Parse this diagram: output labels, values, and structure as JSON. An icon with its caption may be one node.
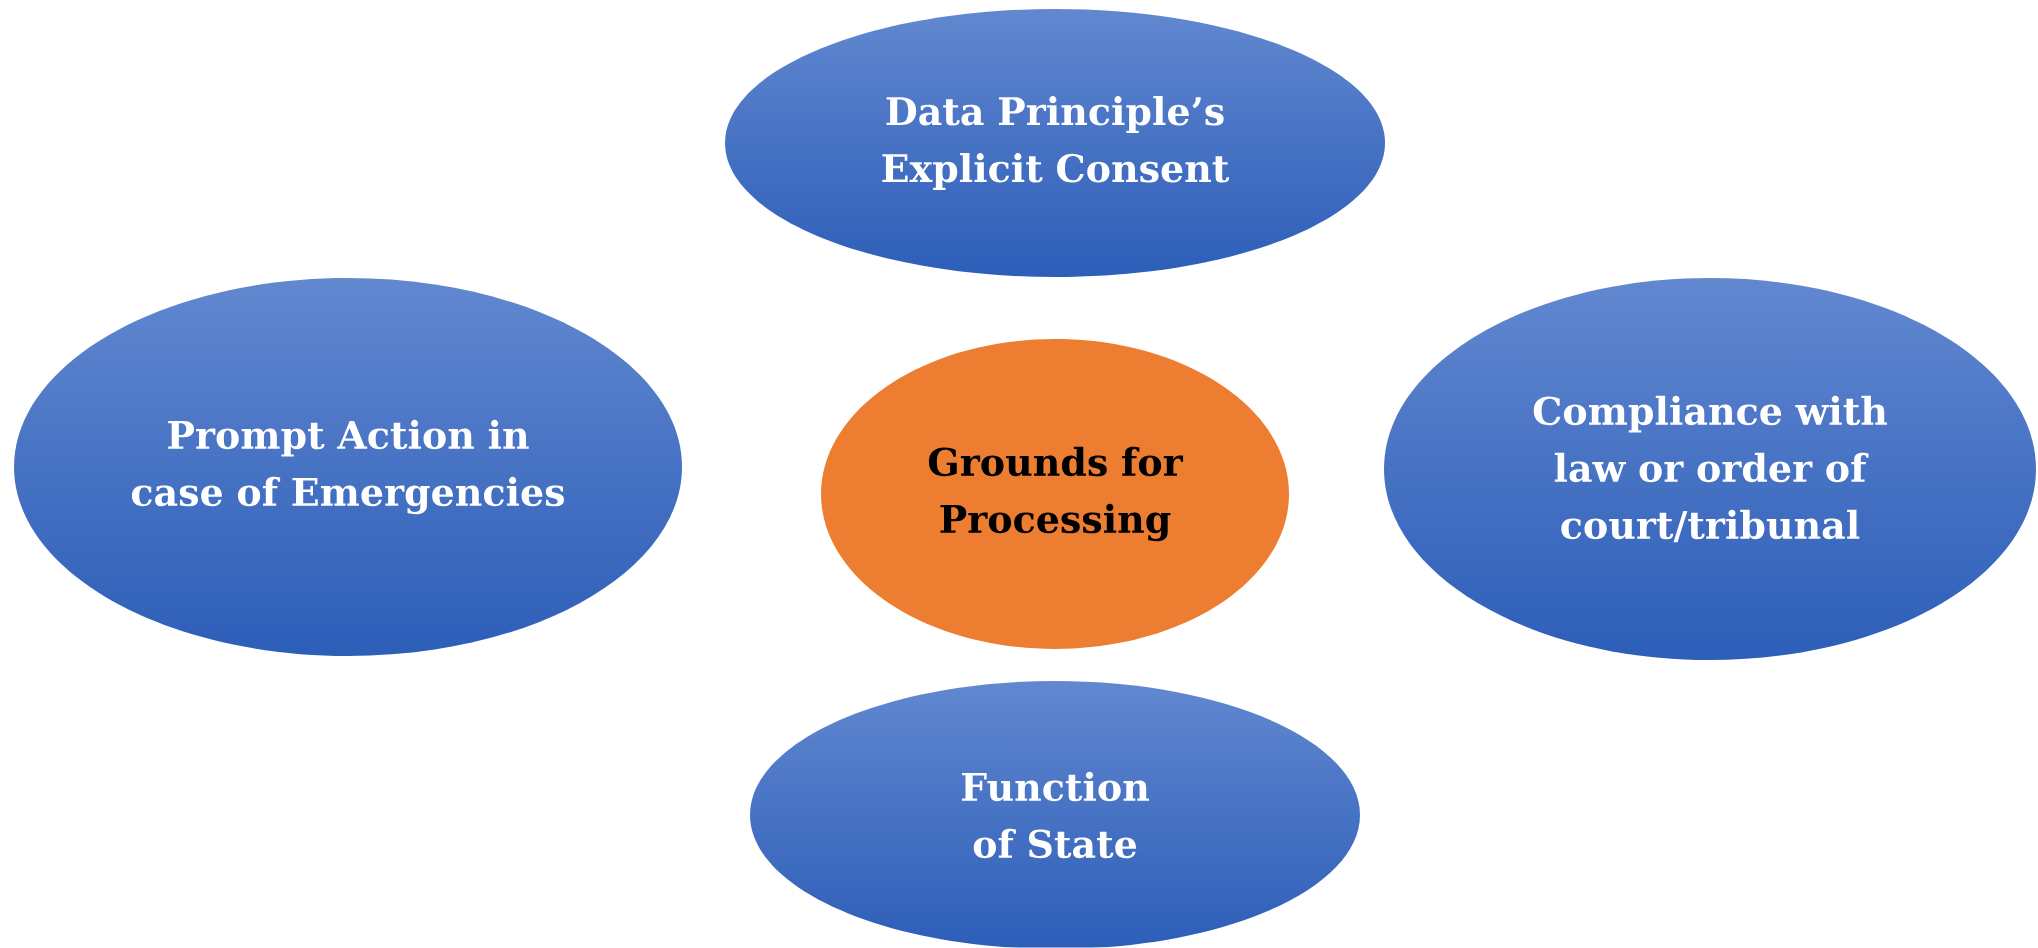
{
  "diagram": {
    "nodes": [
      {
        "text": [
          "Data Principle’s Explicit Consent"
        ]
      },
      {
        "text": [
          "Prompt Action in case of Emergencies"
        ]
      },
      {
        "text": [
          "Grounds for Processing"
        ]
      },
      {
        "text": [
          "Compliance with law or order of court/tribunal"
        ]
      },
      {
        "text": [
          "Function of State"
        ]
      }
    ]
  }
}
